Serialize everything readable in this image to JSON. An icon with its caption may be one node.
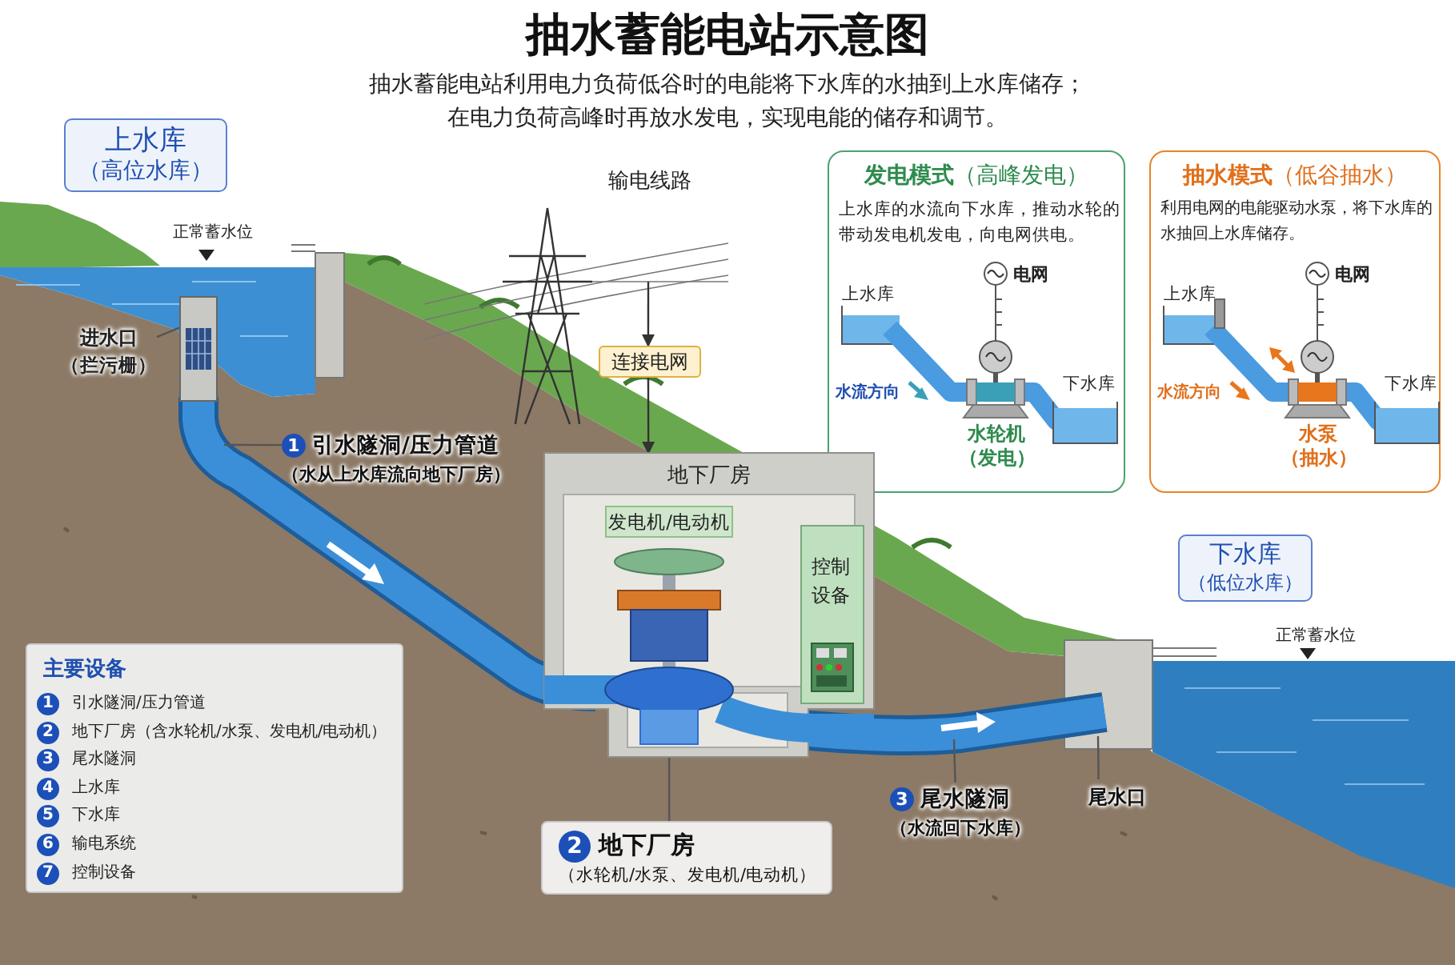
{
  "diagram": {
    "title": "抽水蓄能电站示意图",
    "nodes": [
      {
        "text": [
          "上水库",
          "（高位水库）"
        ]
      },
      {
        "text": [
          "进水口",
          "（拦污栅）"
        ]
      },
      {
        "text": [
          "连接电网"
        ]
      },
      {
        "text": [
          "**发电模式**（高峰发电）",
          "上水库的水流向下水库，推动水轮的带动发电机发电，向电网供电。"
        ]
      },
      {
        "text": [
          "**抽水模式**（低谷抽水）",
          "利用电网的电能驱动水泵，将下水库的水抽回上水库储存。"
        ]
      },
      {
        "text": [
          "1",
          "引水隧洞/压力管道",
          "（水从上水库流向地下厂房）"
        ]
      },
      {
        "text": [
          "地下厂房"
        ]
      },
      {
        "text": [
          "发电机/电动机"
        ],
        "in": 6
      },
      {
        "text": [
          "控制设备"
        ],
        "in": 6
      },
      {
        "text": [
          "下水库",
          "（低位水库）"
        ]
      },
      {
        "text": [
          "主要设备"
        ]
      },
      {
        "text": [
          "1",
          "引水隧洞/压力管道"
        ],
        "in": 10
      },
      {
        "text": [
          "2",
          "地下厂房（含水轮机/水泵、发电机/电动机）"
        ],
        "in": 10
      },
      {
        "text": [
          "3",
          "尾水隧洞"
        ],
        "in": 10
      },
      {
        "text": [
          "4",
          "上水库"
        ],
        "in": 10
      },
      {
        "text": [
          "5",
          "下水库"
        ],
        "in": 10
      },
      {
        "text": [
          "6",
          "输电系统"
        ],
        "in": 10
      },
      {
        "text": [
          "7",
          "控制设备"
        ],
        "in": 10
      },
      {
        "text": [
          "2",
          "地下厂房",
          "（水轮机/水泵、发电机/电动机）"
        ]
      },
      {
        "text": [
          "3",
          "尾水隧洞",
          "（水流回下水库）"
        ]
      },
      {
        "text": [
          "尾水口"
        ]
      },
      {
        "text": [],
        "shape": "picture"
      }
    ],
    "edges": [
      {
        "from": null,
        "to": 2,
        "arrow": "to"
      },
      {
        "from": 2,
        "to": 6,
        "arrow": "to"
      },
      {
        "from": 1,
        "to": 21,
        "arrow": "none"
      },
      {
        "from": 5,
        "to": null,
        "arrow": "none"
      },
      {
        "from": 18,
        "to": 6,
        "arrow": "none"
      },
      {
        "from": 19,
        "to": null,
        "arrow": "none"
      },
      {
        "from": 20,
        "to": null,
        "arrow": "none"
      }
    ],
    "labels": [
      "抽水蓄能电站利用电力负荷低谷时的电能将下水库的水抽到上水库储存；在电力负荷高峰时再放水发电，实现电能的储存和调节。",
      "输电线路",
      "正常蓄水位",
      "电网",
      "上水库",
      "水流方向",
      "下水库",
      "水轮机",
      "（发电）",
      "电网",
      "上水库",
      "水流方向",
      "下水库",
      "水泵",
      "（抽水）",
      "正常蓄水位"
    ]
  }
}
